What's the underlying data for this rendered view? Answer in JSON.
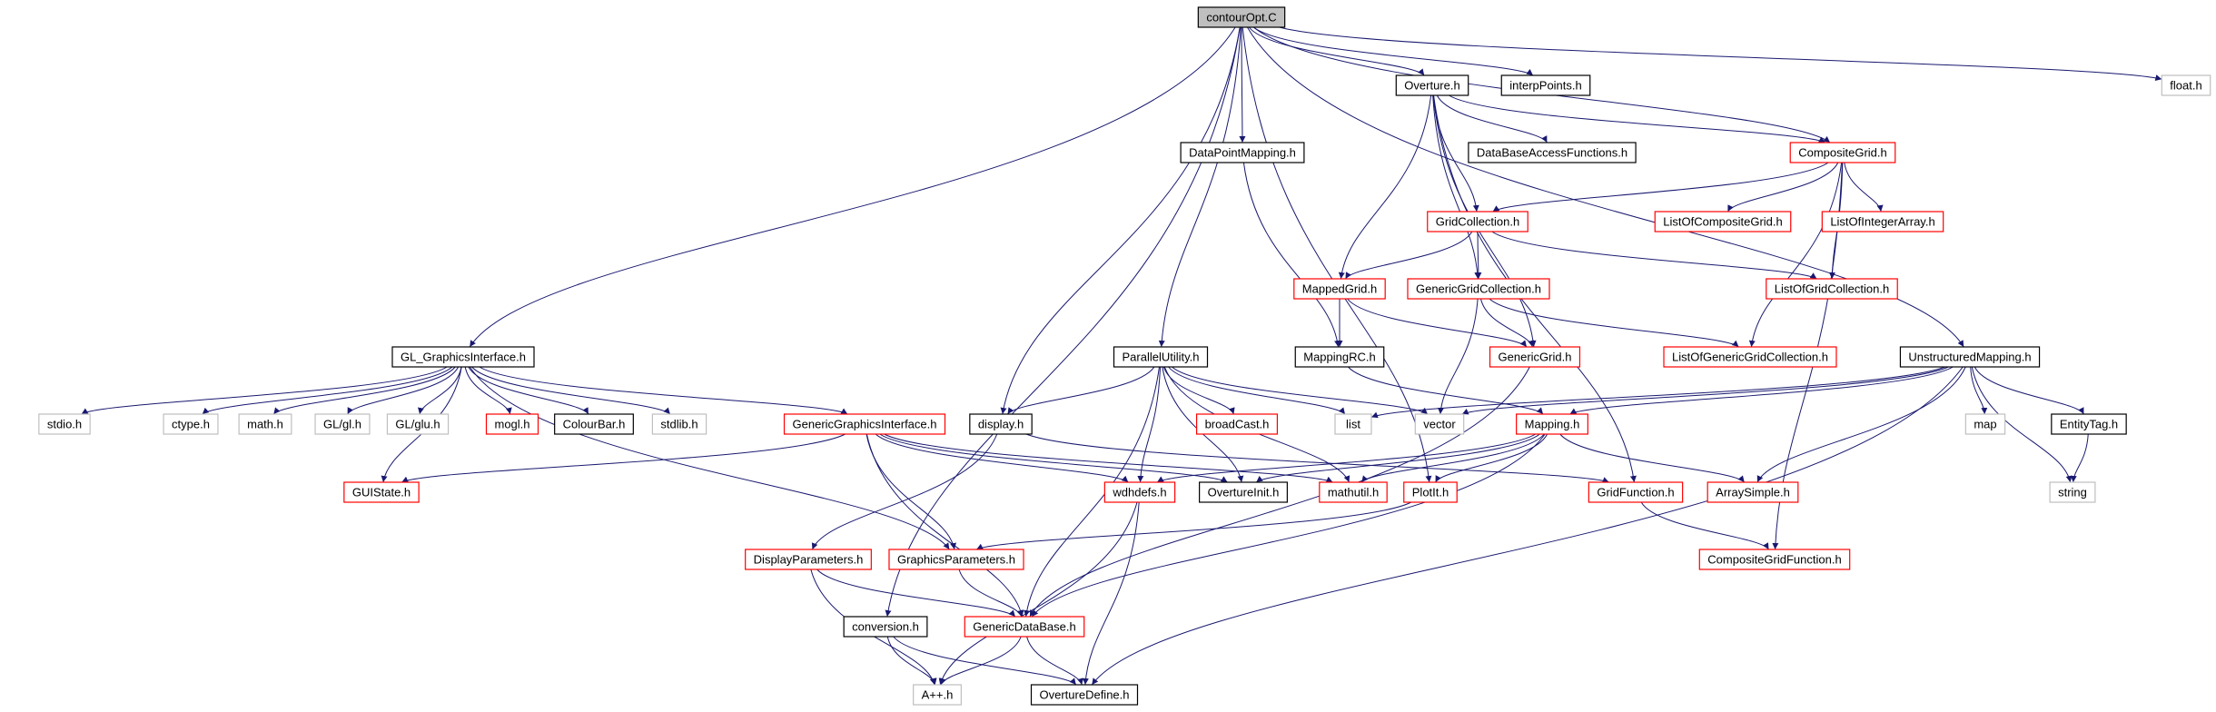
{
  "diagram": {
    "type": "include-dependency-graph",
    "colors": {
      "edge": "#191970",
      "border_documented": "#000000",
      "border_incomplete": "#ff0000",
      "border_external": "#bfbfbf",
      "root_fill": "#bfbfbf",
      "fill": "#ffffff"
    },
    "nodes": [
      {
        "id": "contourOpt",
        "label": "contourOpt.C",
        "style": "root"
      },
      {
        "id": "overture",
        "label": "Overture.h",
        "style": "documented"
      },
      {
        "id": "interpPoints",
        "label": "interpPoints.h",
        "style": "documented"
      },
      {
        "id": "floath",
        "label": "float.h",
        "style": "external"
      },
      {
        "id": "dataPointMapping",
        "label": "DataPointMapping.h",
        "style": "documented"
      },
      {
        "id": "dbAccess",
        "label": "DataBaseAccessFunctions.h",
        "style": "documented"
      },
      {
        "id": "compositeGrid",
        "label": "CompositeGrid.h",
        "style": "incomplete"
      },
      {
        "id": "gridCollection",
        "label": "GridCollection.h",
        "style": "incomplete"
      },
      {
        "id": "listOfCompositeGrid",
        "label": "ListOfCompositeGrid.h",
        "style": "incomplete"
      },
      {
        "id": "listOfIntegerArray",
        "label": "ListOfIntegerArray.h",
        "style": "incomplete"
      },
      {
        "id": "mappedGrid",
        "label": "MappedGrid.h",
        "style": "incomplete"
      },
      {
        "id": "genericGridCollection",
        "label": "GenericGridCollection.h",
        "style": "incomplete"
      },
      {
        "id": "listOfGridCollection",
        "label": "ListOfGridCollection.h",
        "style": "incomplete"
      },
      {
        "id": "glGraphics",
        "label": "GL_GraphicsInterface.h",
        "style": "documented"
      },
      {
        "id": "parallelUtility",
        "label": "ParallelUtility.h",
        "style": "documented"
      },
      {
        "id": "mappingRC",
        "label": "MappingRC.h",
        "style": "documented"
      },
      {
        "id": "genericGrid",
        "label": "GenericGrid.h",
        "style": "incomplete"
      },
      {
        "id": "listOfGenericGridCollection",
        "label": "ListOfGenericGridCollection.h",
        "style": "incomplete"
      },
      {
        "id": "unstructuredMapping",
        "label": "UnstructuredMapping.h",
        "style": "documented"
      },
      {
        "id": "stdioh",
        "label": "stdio.h",
        "style": "external"
      },
      {
        "id": "ctypeh",
        "label": "ctype.h",
        "style": "external"
      },
      {
        "id": "mathh",
        "label": "math.h",
        "style": "external"
      },
      {
        "id": "glh",
        "label": "GL/gl.h",
        "style": "external"
      },
      {
        "id": "gluh",
        "label": "GL/glu.h",
        "style": "external"
      },
      {
        "id": "mogl",
        "label": "mogl.h",
        "style": "incomplete"
      },
      {
        "id": "colourBar",
        "label": "ColourBar.h",
        "style": "documented"
      },
      {
        "id": "stdlibh",
        "label": "stdlib.h",
        "style": "external"
      },
      {
        "id": "genericGraphics",
        "label": "GenericGraphicsInterface.h",
        "style": "incomplete"
      },
      {
        "id": "displayh",
        "label": "display.h",
        "style": "documented"
      },
      {
        "id": "broadCast",
        "label": "broadCast.h",
        "style": "incomplete"
      },
      {
        "id": "list",
        "label": "list",
        "style": "external"
      },
      {
        "id": "vector",
        "label": "vector",
        "style": "external"
      },
      {
        "id": "mappingh",
        "label": "Mapping.h",
        "style": "incomplete"
      },
      {
        "id": "mapstd",
        "label": "map",
        "style": "external"
      },
      {
        "id": "entityTag",
        "label": "EntityTag.h",
        "style": "documented"
      },
      {
        "id": "guiState",
        "label": "GUIState.h",
        "style": "incomplete"
      },
      {
        "id": "wdhdefs",
        "label": "wdhdefs.h",
        "style": "incomplete"
      },
      {
        "id": "overtureInit",
        "label": "OvertureInit.h",
        "style": "documented"
      },
      {
        "id": "mathutil",
        "label": "mathutil.h",
        "style": "incomplete"
      },
      {
        "id": "plotIt",
        "label": "PlotIt.h",
        "style": "incomplete"
      },
      {
        "id": "gridFunction",
        "label": "GridFunction.h",
        "style": "incomplete"
      },
      {
        "id": "arraySimple",
        "label": "ArraySimple.h",
        "style": "incomplete"
      },
      {
        "id": "stringstd",
        "label": "string",
        "style": "external"
      },
      {
        "id": "displayParams",
        "label": "DisplayParameters.h",
        "style": "incomplete"
      },
      {
        "id": "graphicsParams",
        "label": "GraphicsParameters.h",
        "style": "incomplete"
      },
      {
        "id": "compositeGridFunction",
        "label": "CompositeGridFunction.h",
        "style": "incomplete"
      },
      {
        "id": "conversion",
        "label": "conversion.h",
        "style": "documented"
      },
      {
        "id": "genericDataBase",
        "label": "GenericDataBase.h",
        "style": "incomplete"
      },
      {
        "id": "appp",
        "label": "A++.h",
        "style": "external"
      },
      {
        "id": "overtureDefine",
        "label": "OvertureDefine.h",
        "style": "documented"
      }
    ],
    "edges": [
      [
        "contourOpt",
        "overture"
      ],
      [
        "contourOpt",
        "interpPoints"
      ],
      [
        "contourOpt",
        "floath"
      ],
      [
        "contourOpt",
        "dataPointMapping"
      ],
      [
        "contourOpt",
        "compositeGrid"
      ],
      [
        "contourOpt",
        "glGraphics"
      ],
      [
        "contourOpt",
        "parallelUtility"
      ],
      [
        "contourOpt",
        "displayh"
      ],
      [
        "contourOpt",
        "unstructuredMapping"
      ],
      [
        "contourOpt",
        "conversion"
      ],
      [
        "contourOpt",
        "plotIt"
      ],
      [
        "overture",
        "dbAccess"
      ],
      [
        "overture",
        "compositeGrid"
      ],
      [
        "overture",
        "gridCollection"
      ],
      [
        "overture",
        "mappedGrid"
      ],
      [
        "overture",
        "genericGridCollection"
      ],
      [
        "overture",
        "genericGrid"
      ],
      [
        "overture",
        "gridFunction"
      ],
      [
        "dataPointMapping",
        "mappingRC"
      ],
      [
        "compositeGrid",
        "gridCollection"
      ],
      [
        "compositeGrid",
        "listOfCompositeGrid"
      ],
      [
        "compositeGrid",
        "listOfIntegerArray"
      ],
      [
        "compositeGrid",
        "listOfGridCollection"
      ],
      [
        "compositeGrid",
        "listOfGenericGridCollection"
      ],
      [
        "compositeGrid",
        "compositeGridFunction"
      ],
      [
        "gridCollection",
        "mappedGrid"
      ],
      [
        "gridCollection",
        "genericGridCollection"
      ],
      [
        "gridCollection",
        "listOfGridCollection"
      ],
      [
        "mappedGrid",
        "mappingRC"
      ],
      [
        "mappedGrid",
        "genericGrid"
      ],
      [
        "genericGridCollection",
        "genericGrid"
      ],
      [
        "genericGridCollection",
        "listOfGenericGridCollection"
      ],
      [
        "genericGridCollection",
        "vector"
      ],
      [
        "mappingRC",
        "mappingh"
      ],
      [
        "genericGrid",
        "genericDataBase"
      ],
      [
        "glGraphics",
        "stdioh"
      ],
      [
        "glGraphics",
        "ctypeh"
      ],
      [
        "glGraphics",
        "mathh"
      ],
      [
        "glGraphics",
        "glh"
      ],
      [
        "glGraphics",
        "gluh"
      ],
      [
        "glGraphics",
        "mogl"
      ],
      [
        "glGraphics",
        "colourBar"
      ],
      [
        "glGraphics",
        "stdlibh"
      ],
      [
        "glGraphics",
        "genericGraphics"
      ],
      [
        "glGraphics",
        "guiState"
      ],
      [
        "glGraphics",
        "graphicsParams"
      ],
      [
        "parallelUtility",
        "displayh"
      ],
      [
        "parallelUtility",
        "broadCast"
      ],
      [
        "parallelUtility",
        "list"
      ],
      [
        "parallelUtility",
        "vector"
      ],
      [
        "parallelUtility",
        "wdhdefs"
      ],
      [
        "parallelUtility",
        "overtureInit"
      ],
      [
        "parallelUtility",
        "mathutil"
      ],
      [
        "parallelUtility",
        "genericDataBase"
      ],
      [
        "unstructuredMapping",
        "list"
      ],
      [
        "unstructuredMapping",
        "vector"
      ],
      [
        "unstructuredMapping",
        "mappingh"
      ],
      [
        "unstructuredMapping",
        "mapstd"
      ],
      [
        "unstructuredMapping",
        "entityTag"
      ],
      [
        "unstructuredMapping",
        "stringstd"
      ],
      [
        "unstructuredMapping",
        "arraySimple"
      ],
      [
        "unstructuredMapping",
        "overtureDefine"
      ],
      [
        "entityTag",
        "stringstd"
      ],
      [
        "genericGraphics",
        "guiState"
      ],
      [
        "genericGraphics",
        "wdhdefs"
      ],
      [
        "genericGraphics",
        "overtureInit"
      ],
      [
        "genericGraphics",
        "mathutil"
      ],
      [
        "genericGraphics",
        "graphicsParams"
      ],
      [
        "genericGraphics",
        "genericDataBase"
      ],
      [
        "displayh",
        "displayParams"
      ],
      [
        "displayh",
        "gridFunction"
      ],
      [
        "mappingh",
        "wdhdefs"
      ],
      [
        "mappingh",
        "overtureInit"
      ],
      [
        "mappingh",
        "mathutil"
      ],
      [
        "mappingh",
        "plotIt"
      ],
      [
        "mappingh",
        "arraySimple"
      ],
      [
        "mappingh",
        "genericDataBase"
      ],
      [
        "plotIt",
        "graphicsParams"
      ],
      [
        "gridFunction",
        "compositeGridFunction"
      ],
      [
        "wdhdefs",
        "appp"
      ],
      [
        "wdhdefs",
        "overtureDefine"
      ],
      [
        "displayParams",
        "genericDataBase"
      ],
      [
        "displayParams",
        "appp"
      ],
      [
        "graphicsParams",
        "genericDataBase"
      ],
      [
        "conversion",
        "appp"
      ],
      [
        "conversion",
        "overtureDefine"
      ],
      [
        "genericDataBase",
        "appp"
      ],
      [
        "genericDataBase",
        "overtureDefine"
      ]
    ]
  }
}
